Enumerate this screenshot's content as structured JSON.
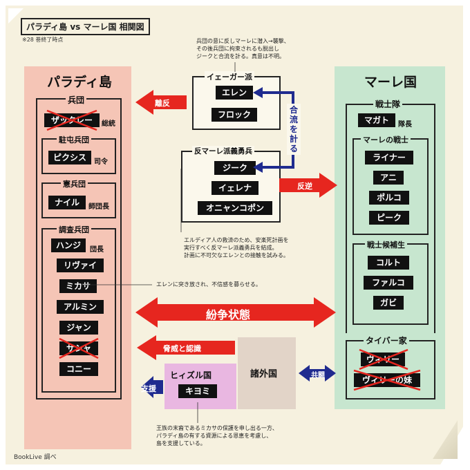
{
  "header": {
    "title": "パラディ島 vs マーレ国 相関図",
    "subtitle": "※28 巻終了時点"
  },
  "paradis": {
    "title": "パラディ島",
    "heidan": {
      "label": "兵団",
      "zackly": "ザックレー",
      "zackly_role": "総統"
    },
    "garrison": {
      "label": "駐屯兵団",
      "pixis": "ピクシス",
      "pixis_role": "司令"
    },
    "mp": {
      "label": "憲兵団",
      "nile": "ナイル",
      "nile_role": "師団長"
    },
    "survey": {
      "label": "調査兵団",
      "members": [
        "ハンジ",
        "リヴァイ",
        "ミカサ",
        "アルミン",
        "ジャン",
        "サシャ",
        "コニー"
      ],
      "hange_role": "団長"
    }
  },
  "yeagerists": {
    "label": "イェーガー派",
    "members": [
      "エレン",
      "フロック"
    ]
  },
  "anti_marley": {
    "label": "反マーレ派義勇兵",
    "members": [
      "ジーク",
      "イェレナ",
      "オニャンコポン"
    ]
  },
  "marley": {
    "title": "マーレ国",
    "warriors": {
      "label": "戦士隊",
      "magath": "マガト",
      "magath_role": "隊長"
    },
    "warriors_sub": {
      "label": "マーレの戦士",
      "members": [
        "ライナー",
        "アニ",
        "ポルコ",
        "ピーク"
      ]
    },
    "candidates": {
      "label": "戦士候補生",
      "members": [
        "コルト",
        "ファルコ",
        "ガビ"
      ]
    }
  },
  "tybur": {
    "label": "タイバー家",
    "members": [
      "ヴィリー",
      "ヴィリーの妹"
    ]
  },
  "hizuru": {
    "label": "ヒィズル国",
    "kiyomi": "キヨミ"
  },
  "other_nations": "諸外国",
  "arrows": {
    "rebellion": "離反",
    "joint": "合流を計る",
    "betrayal": "反逆",
    "conflict": "紛争状態",
    "threat": "脅威と認識",
    "support": "支援",
    "fight": "共闘"
  },
  "notes": {
    "yeagerist": [
      "兵団の意に反しマーレに潜入→襲撃、",
      "その後兵団に拘束されるも脱出し",
      "ジークと合流を計る。真意は不明。"
    ],
    "anti_marley": [
      "エルディア人の救済のため、安楽死計画を",
      "実行すべく反マーレ派義勇兵を結成。",
      "計画に不可欠なエレンとの接触を試みる。"
    ],
    "mikasa": "エレンに突き放され、不信感を募らせる。",
    "hizuru": [
      "王族の末裔であるミカサの保護を申し出る一方、",
      "パラディ島の有する資源による恩恵を考慮し、",
      "島を支援している。"
    ]
  },
  "credit": "BookLive 調べ",
  "colors": {
    "red": "#e6261f",
    "blue": "#1f2b8f",
    "paradis": "#f5c5b6",
    "marley": "#c7e6cf",
    "hizuru": "#e9b7e1",
    "others": "#e2d4c8"
  }
}
